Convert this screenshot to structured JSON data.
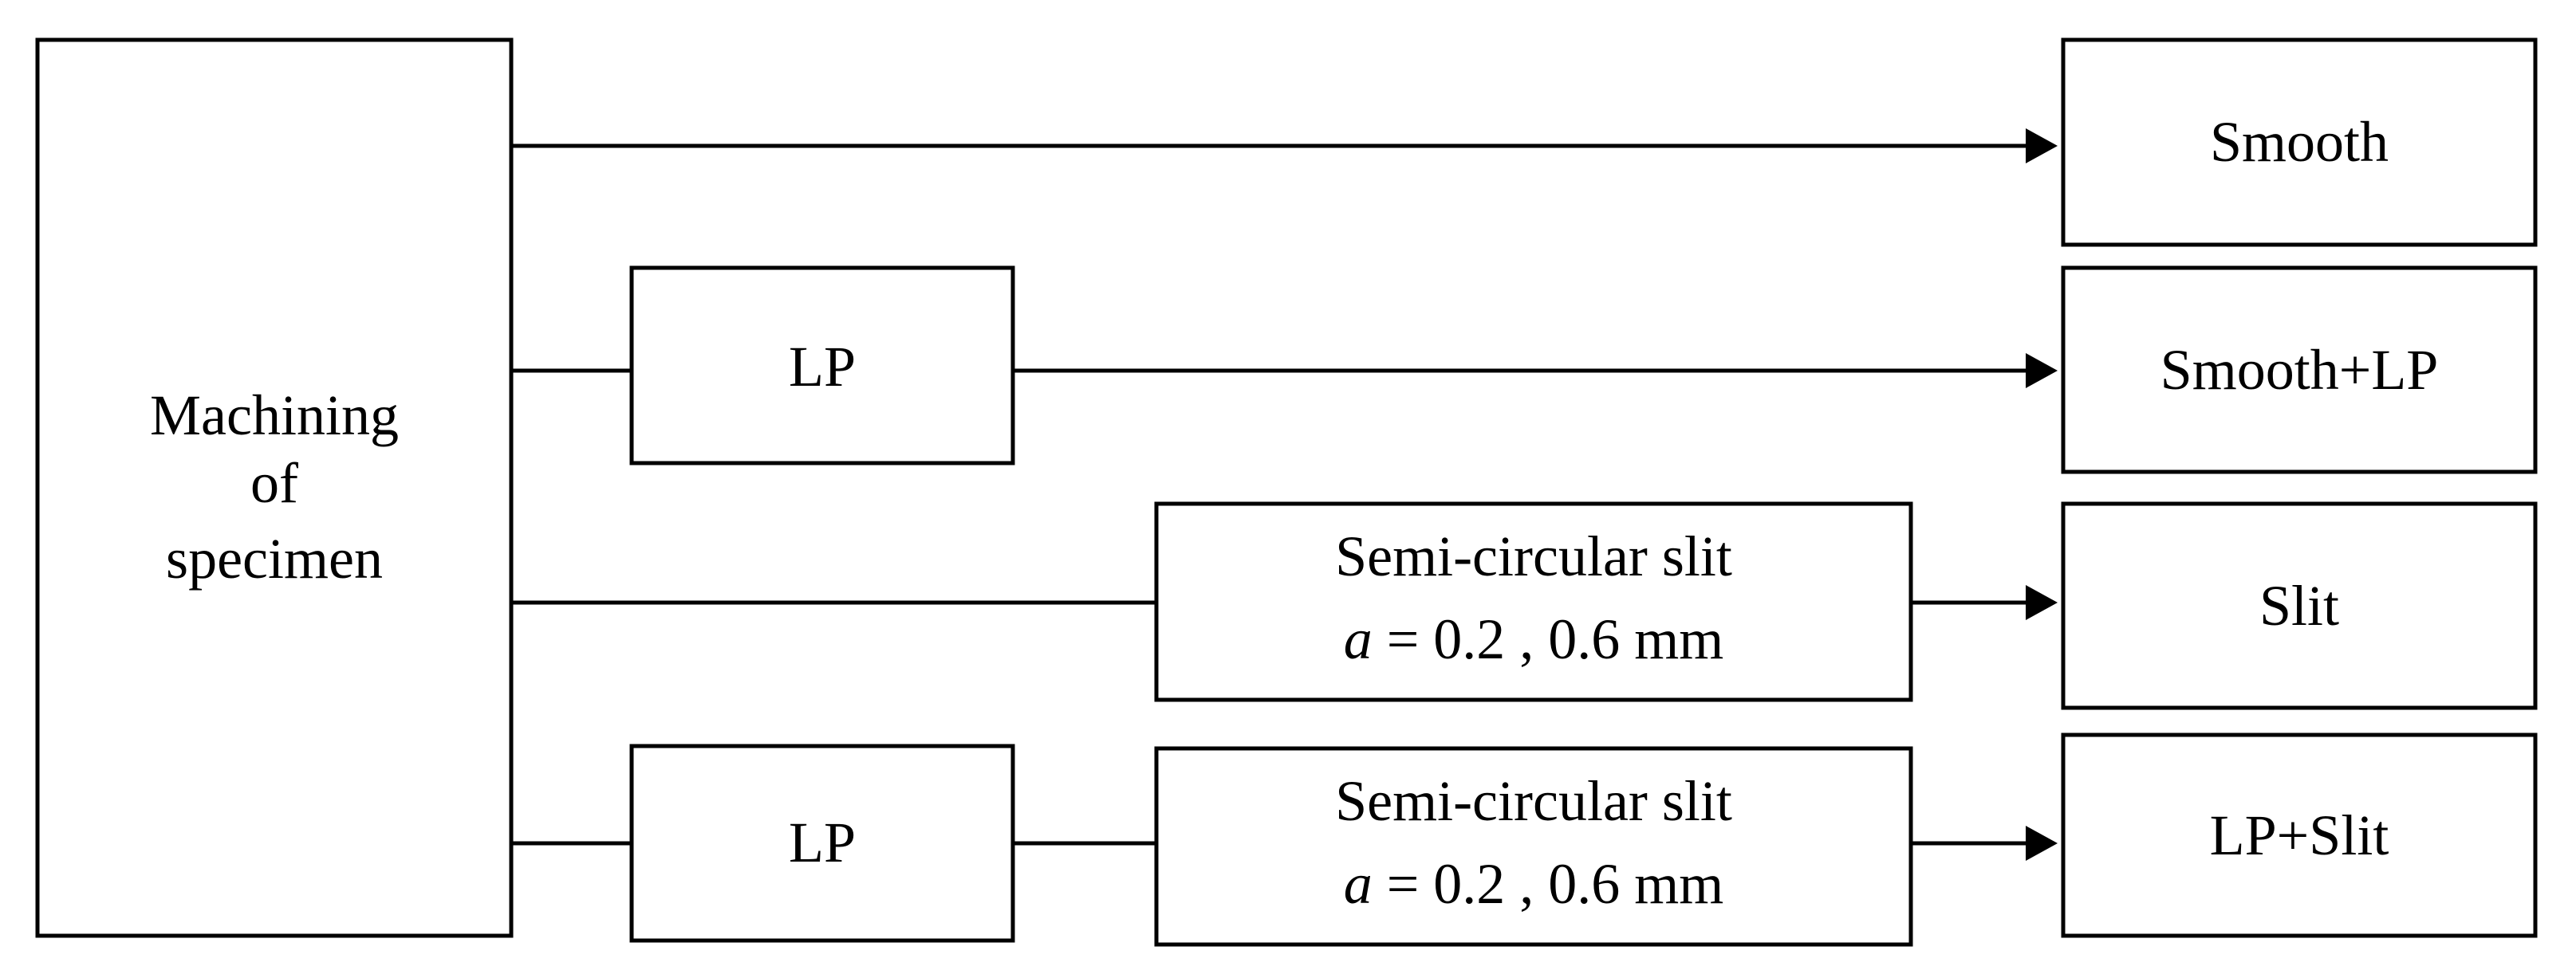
{
  "diagram": {
    "source": {
      "lines": [
        "Machining",
        "of",
        "specimen"
      ]
    },
    "steps": {
      "lp_row2": "LP",
      "slit_row3": {
        "line1": "Semi-circular slit",
        "line2_var": "a",
        "line2_rest": " = 0.2 , 0.6 mm"
      },
      "lp_row4": "LP",
      "slit_row4": {
        "line1": "Semi-circular slit",
        "line2_var": "a",
        "line2_rest": " = 0.2 , 0.6 mm"
      }
    },
    "outcomes": [
      "Smooth",
      "Smooth+LP",
      "Slit",
      "LP+Slit"
    ]
  }
}
